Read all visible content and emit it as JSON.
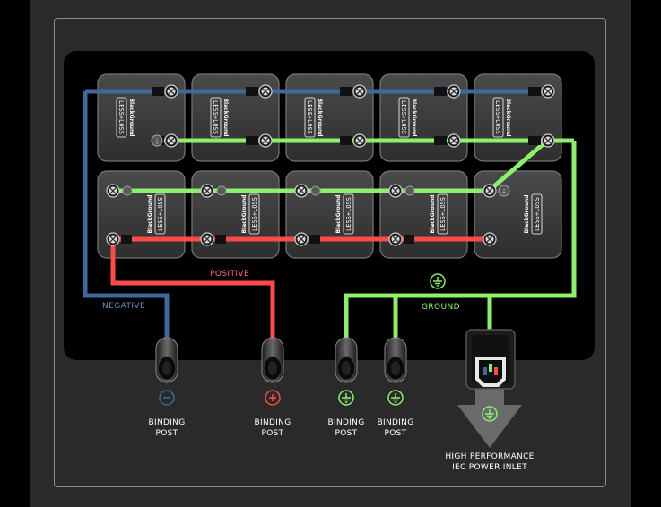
{
  "wire_labels": {
    "negative": "NEGATIVE",
    "positive": "POSITIVE",
    "ground": "GROUND"
  },
  "module": {
    "brand": "BlackGround",
    "model": "LESS+LOSS"
  },
  "posts": [
    {
      "label_line1": "BINDING",
      "label_line2": "POST",
      "symbol": "minus-icon",
      "color": "#3d6a9a"
    },
    {
      "label_line1": "BINDING",
      "label_line2": "POST",
      "symbol": "plus-icon",
      "color": "#ff4a4a"
    },
    {
      "label_line1": "BINDING",
      "label_line2": "POST",
      "symbol": "ground-icon",
      "color": "#8cf06e"
    },
    {
      "label_line1": "BINDING",
      "label_line2": "POST",
      "symbol": "ground-icon",
      "color": "#8cf06e"
    }
  ],
  "inlet": {
    "label_line1": "HIGH PERFORMANCE",
    "label_line2": "IEC POWER INLET"
  },
  "colors": {
    "negative": "#3d6a9a",
    "positive": "#ff4a4a",
    "ground": "#8cf06e",
    "panel": "#2a2a2a",
    "module_bg": "#3a3a3a"
  }
}
